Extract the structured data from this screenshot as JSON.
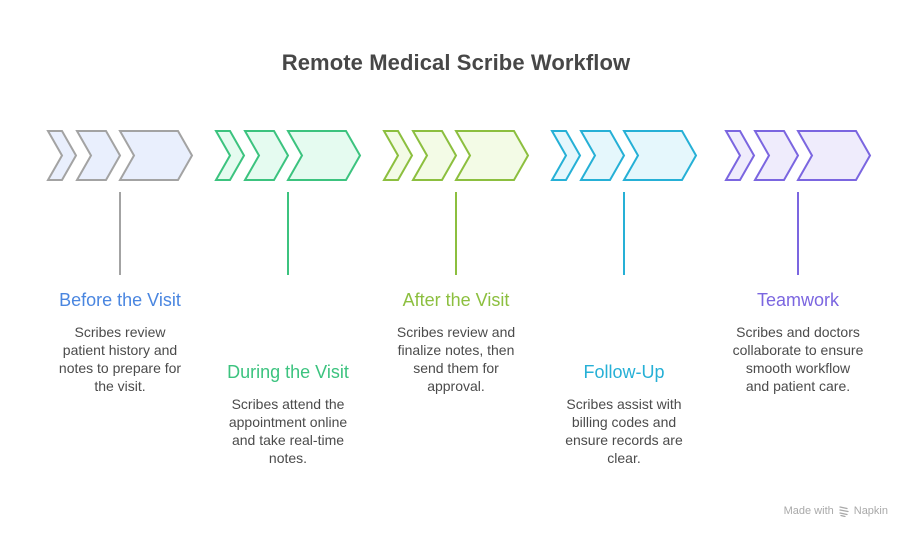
{
  "title": "Remote Medical Scribe Workflow",
  "steps": [
    {
      "label": "Before the Visit",
      "description": "Scribes review patient history and notes to prepare for the visit.",
      "description_lines": [
        "Scribes review",
        "patient history and",
        "notes to prepare for",
        "the visit."
      ],
      "text_position": "upper",
      "colors": {
        "stroke": "#a3a3a3",
        "fill": "#e9effd",
        "label": "#4a86e0",
        "line": "#a3a3a3"
      }
    },
    {
      "label": "During the Visit",
      "description": "Scribes attend the appointment online and take real-time notes.",
      "description_lines": [
        "Scribes attend the",
        "appointment online",
        "and take real-time",
        "notes."
      ],
      "text_position": "lower",
      "colors": {
        "stroke": "#3cc37f",
        "fill": "#e5fbf0",
        "label": "#3cc37f",
        "line": "#3cc37f"
      }
    },
    {
      "label": "After the Visit",
      "description": "Scribes review and finalize notes, then send them for approval.",
      "description_lines": [
        "Scribes review and",
        "finalize notes, then",
        "send them for",
        "approval."
      ],
      "text_position": "upper",
      "colors": {
        "stroke": "#8cbf3f",
        "fill": "#f3fbe6",
        "label": "#8cbf3f",
        "line": "#8cbf3f"
      }
    },
    {
      "label": "Follow-Up",
      "description": "Scribes assist with billing codes and ensure records are clear.",
      "description_lines": [
        "Scribes assist with",
        "billing codes and",
        "ensure records are",
        "clear."
      ],
      "text_position": "lower",
      "colors": {
        "stroke": "#26b0d6",
        "fill": "#e5f7fc",
        "label": "#26b0d6",
        "line": "#26b0d6"
      }
    },
    {
      "label": "Teamwork",
      "description": "Scribes and doctors collaborate to ensure smooth workflow and patient care.",
      "description_lines": [
        "Scribes and doctors",
        "collaborate to ensure",
        "smooth workflow",
        "and patient care."
      ],
      "text_position": "upper",
      "colors": {
        "stroke": "#7b66e0",
        "fill": "#efecfc",
        "label": "#7b66e0",
        "line": "#7b66e0"
      }
    }
  ],
  "footer": {
    "made_with": "Made with",
    "brand": "Napkin",
    "icon": "napkin-logo-icon"
  }
}
